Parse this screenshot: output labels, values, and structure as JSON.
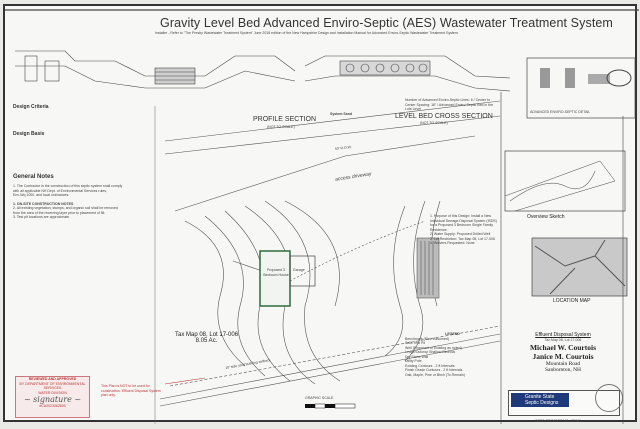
{
  "title": "Gravity Level Bed Advanced Enviro-Septic (AES) Wastewater Treatment System",
  "subtitle": "Installer - Refer to \"The Presby Wastewater Treatment System\" June 2018 edition of the New Hampshire Design and Installation Manual for Advanced Enviro-Septic Wastewater Treatment System",
  "sections": {
    "profile": "PROFILE SECTION",
    "profile_scale": "(NOT TO SCALE)",
    "cross": "LEVEL BED CROSS SECTION",
    "cross_scale": "(NOT TO SCALE)",
    "cross_note": "Number of Advanced Enviro-Septic Lines: 6 / Center to Center Spacing: 18\" / Advanced Enviro-Septic Bed in the Lots Level",
    "system_sand": "System Sand",
    "detail": "ADVANCED ENVIRO-SEPTIC DETAIL"
  },
  "left": {
    "design_criteria": "Design Criteria",
    "design_basis": "Design Basis",
    "general_notes": "General Notes",
    "notes_sub": "1. ON-SITE CONSTRUCTION NOTES",
    "note_lines": [
      "1. The Contractor in the construction of this septic system shall comply",
      "with all applicable NH Dept. of Environmental Services rules,",
      "Env-Wq 1000, and local ordinances.",
      "2. All existing vegetation, stumps, and organic soil shall be removed",
      "from the area of the receiving layer prior to placement of fill.",
      "3. Test pit locations are approximate."
    ]
  },
  "approval": {
    "heading": "REVIEWED AND APPROVED",
    "lines": [
      "BY DEPARTMENT OF ENVIRONMENTAL SERVICES",
      "WATER DIVISION"
    ],
    "approval_no": "eCA2023062803"
  },
  "disclaimer": "This Plan is NOT to be used for construction. Effluent Disposal System plan only.",
  "plan": {
    "driveway": "access driveway",
    "tax_map": "Tax Map 08, Lot 17-006",
    "acreage": "8.05 Ac.",
    "house_label": "Proposed 3 Bedroom House",
    "garage": "Garage",
    "graphic_scale": "GRAPHIC SCALE",
    "setback": "10' side yard building setback",
    "road_width": "50' R.O.W."
  },
  "right_notes": {
    "items": [
      "1. Purpose of this Design: Install a New Individual Sewage Disposal System (ISDS) for a Proposed 3 Bedroom Single Family Residence.",
      "2. Water Supply: Proposed Drilled Well",
      "3. Lot Restriction: Tax Map 08, Lot 17-006",
      "4. Waivers Requested: None"
    ]
  },
  "legend": {
    "heading": "LEGEND",
    "items": [
      "Benchmark (Elev. Assumed)",
      "Soils Test Pit",
      "Well (Proposed or Existing as noted)",
      "Ledge/Outcrop Shallow Bedrock",
      "Dry Stone Wall",
      "Utility Pole",
      "Existing Contours - 2 ft Intervals",
      "Finish Grade Contours - 2 ft Intervals",
      "Oak, Maple, Pine or Birch (To Remain)"
    ]
  },
  "overview": "Overview Sketch",
  "location": "LOCATION MAP",
  "project": {
    "system": "Effluent Disposal System",
    "tax_ref": "Tax Map 08, Lot 17-006",
    "owner1": "Michael W. Courtois",
    "owner2": "Janice M. Courtois",
    "road": "Mountain Road",
    "town": "Sanbornton, NH"
  },
  "company": {
    "name1": "Granite State",
    "name2": "Septic Designs"
  },
  "project_no": "GSSD PROJECT NO.: 22041",
  "colors": {
    "house": "#2e6b3a",
    "approval": "#b33333",
    "company": "#1f3a7a"
  }
}
